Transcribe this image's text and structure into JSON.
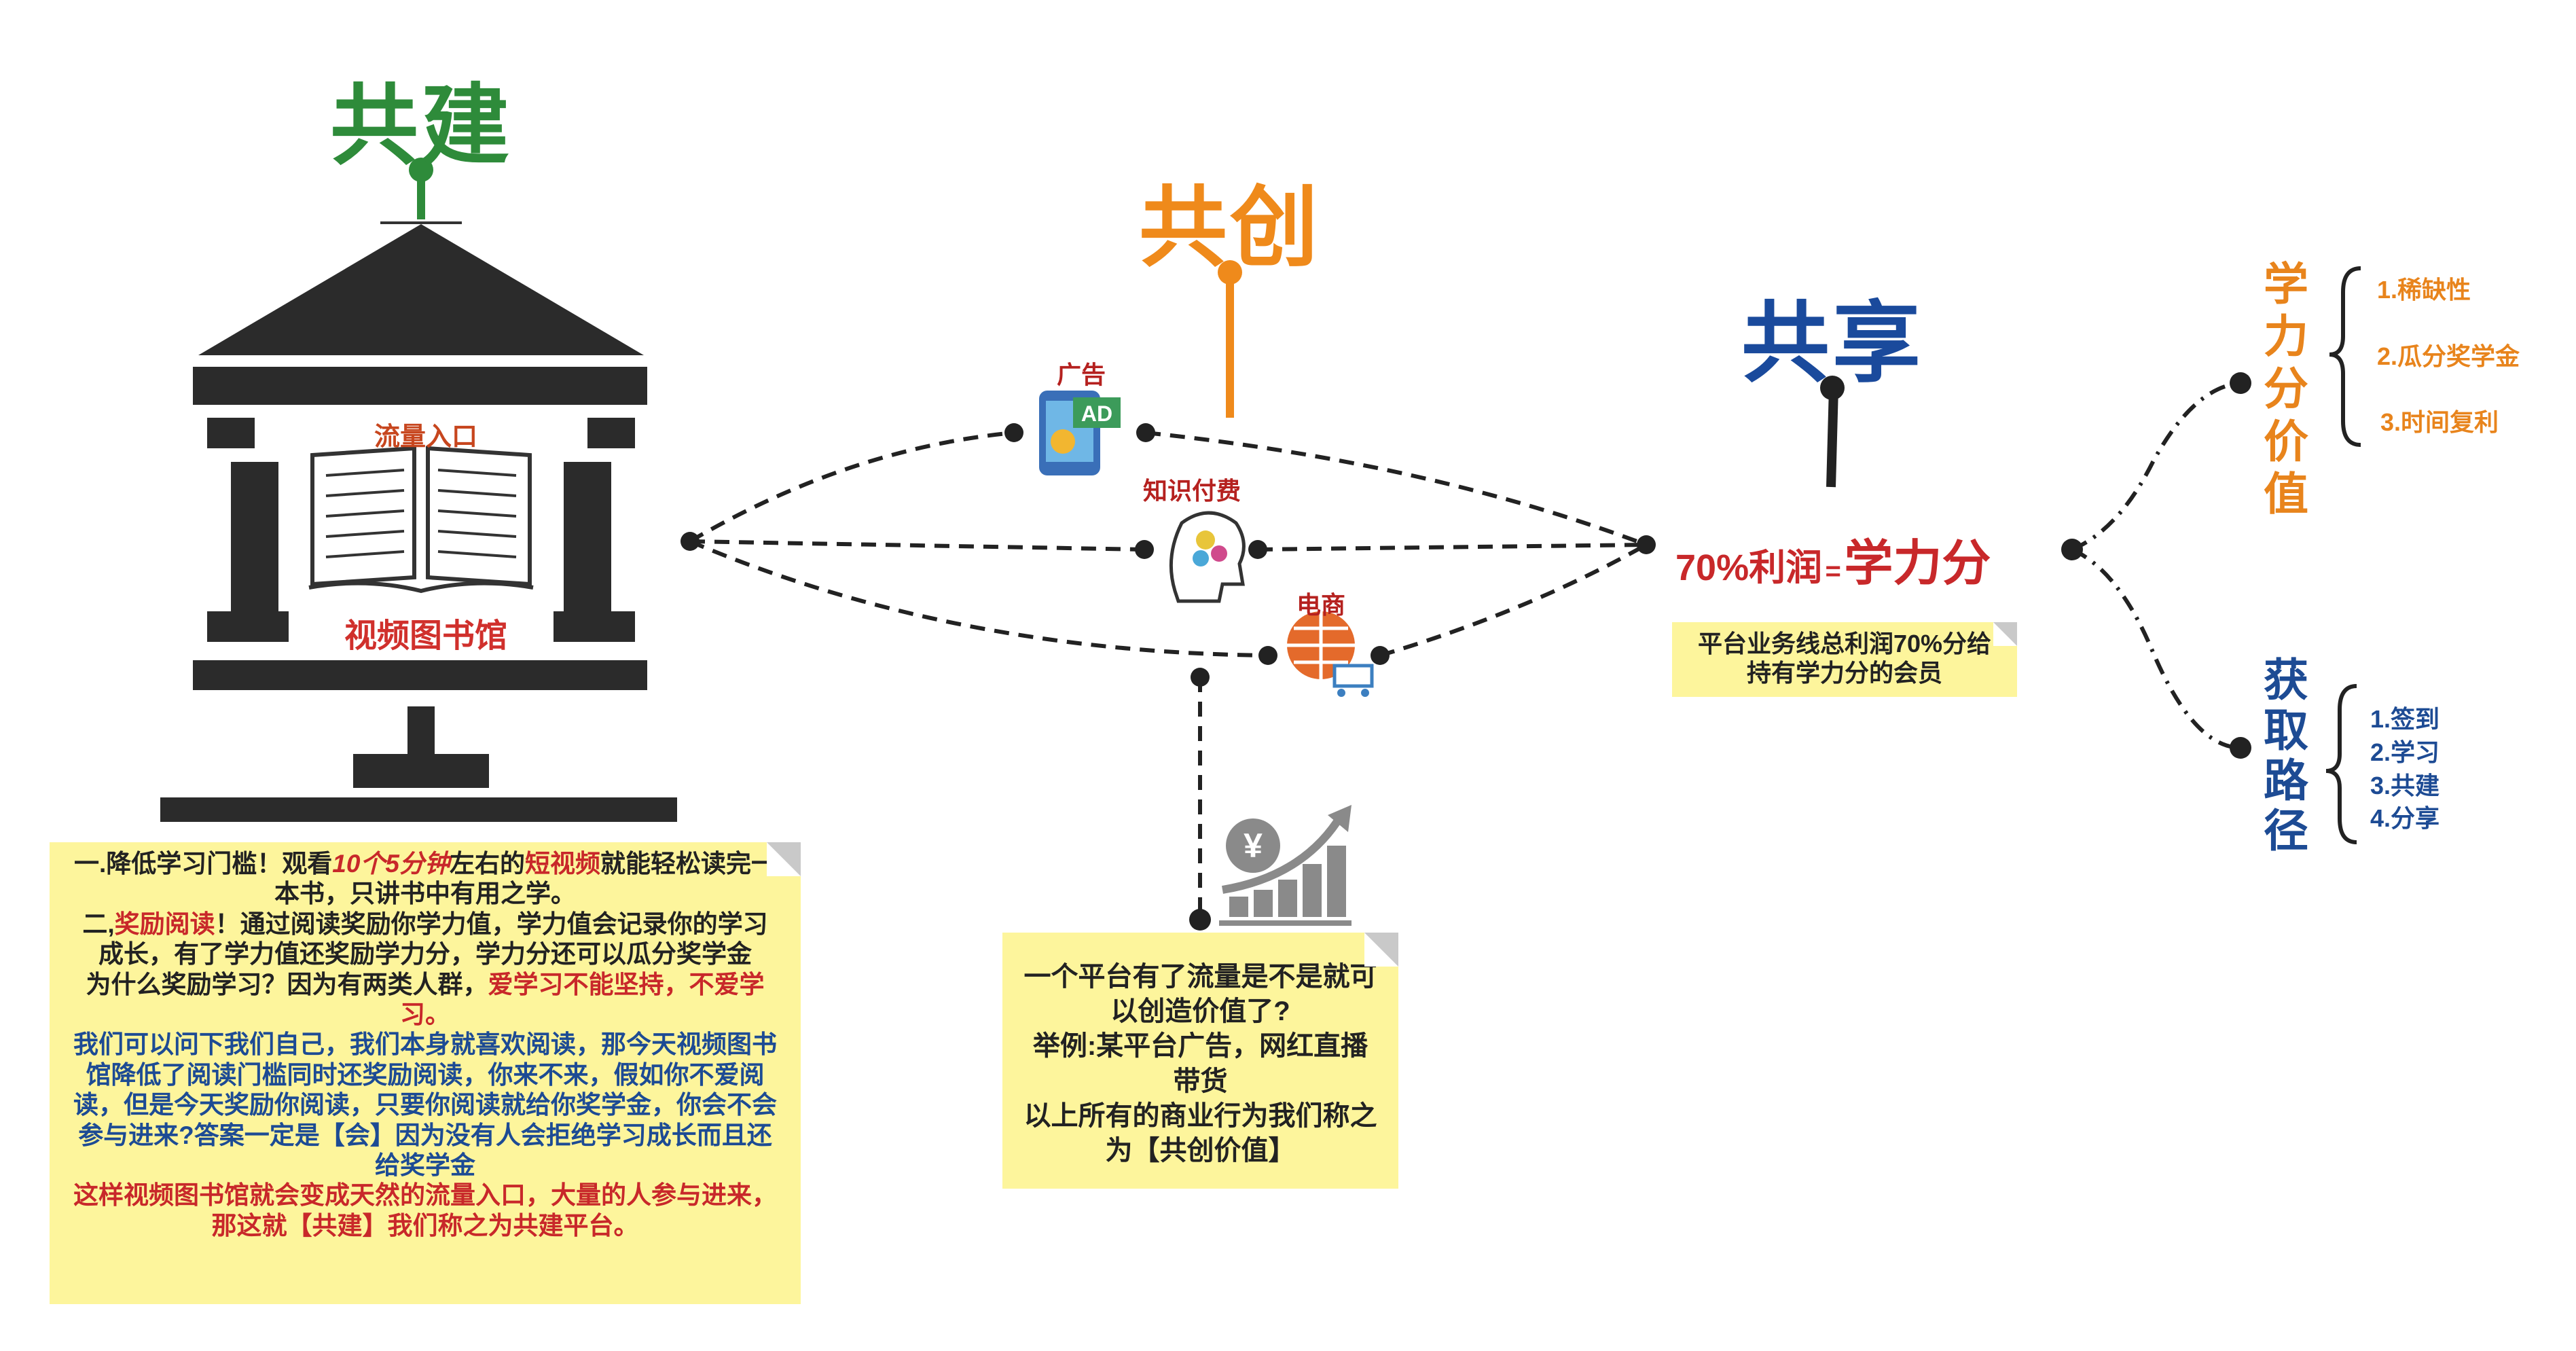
{
  "sections": {
    "build": {
      "title": "共建",
      "color": "#2e8b3a"
    },
    "create": {
      "title": "共创",
      "color": "#ef8a1b"
    },
    "share": {
      "title": "共享",
      "color": "#1a4a9c"
    }
  },
  "library": {
    "entry_label": "流量入口",
    "name": "视频图书馆"
  },
  "build_note": {
    "line1_a": "一.降低学习门槛！观看",
    "line1_b": "10个5分钟",
    "line1_c": "左右的",
    "line1_d": "短视频",
    "line1_e": "就能轻松读完一本书，只讲书中有用之学。",
    "line2_a": "二,",
    "line2_b": "奖励阅读",
    "line2_c": "！通过阅读奖励你学力值，学力值会记录你的学习成长，有了学力值还奖励学力分，学力分还可以瓜分奖学金",
    "line3_a": "为什么奖励学习？因为有两类人群，",
    "line3_b": "爱学习不能坚持，不爱学习。",
    "line4": "我们可以问下我们自己，我们本身就喜欢阅读，那今天视频图书馆降低了阅读门槛同时还奖励阅读，你来不来，假如你不爱阅读，但是今天奖励你阅读，只要你阅读就给你奖学金，你会不会参与进来?答案一定是【会】因为没有人会拒绝学习成长而且还给奖学金",
    "line5": "这样视频图书馆就会变成天然的流量入口，大量的人参与进来，那这就【共建】我们称之为共建平台。"
  },
  "channels": {
    "ads": "广告",
    "knowledge": "知识付费",
    "ecommerce": "电商"
  },
  "create_note": {
    "line1": "一个平台有了流量是不是就可以创造价值了?",
    "line2": "举例:某平台广告，网红直播带货",
    "line3": "以上所有的商业行为我们称之为【共创价值】"
  },
  "share_center": {
    "left": "70%利润",
    "eq": "=",
    "right": "学力分"
  },
  "share_note": {
    "text": "平台业务线总利润70%分给持有学力分的会员"
  },
  "value_branch": {
    "title": "学力分价值",
    "items": [
      "1.稀缺性",
      "2.瓜分奖学金",
      "3.时间复利"
    ]
  },
  "path_branch": {
    "title": "获取路径",
    "items": [
      "1.签到",
      "2.学习",
      "3.共建",
      "4.分享"
    ]
  }
}
